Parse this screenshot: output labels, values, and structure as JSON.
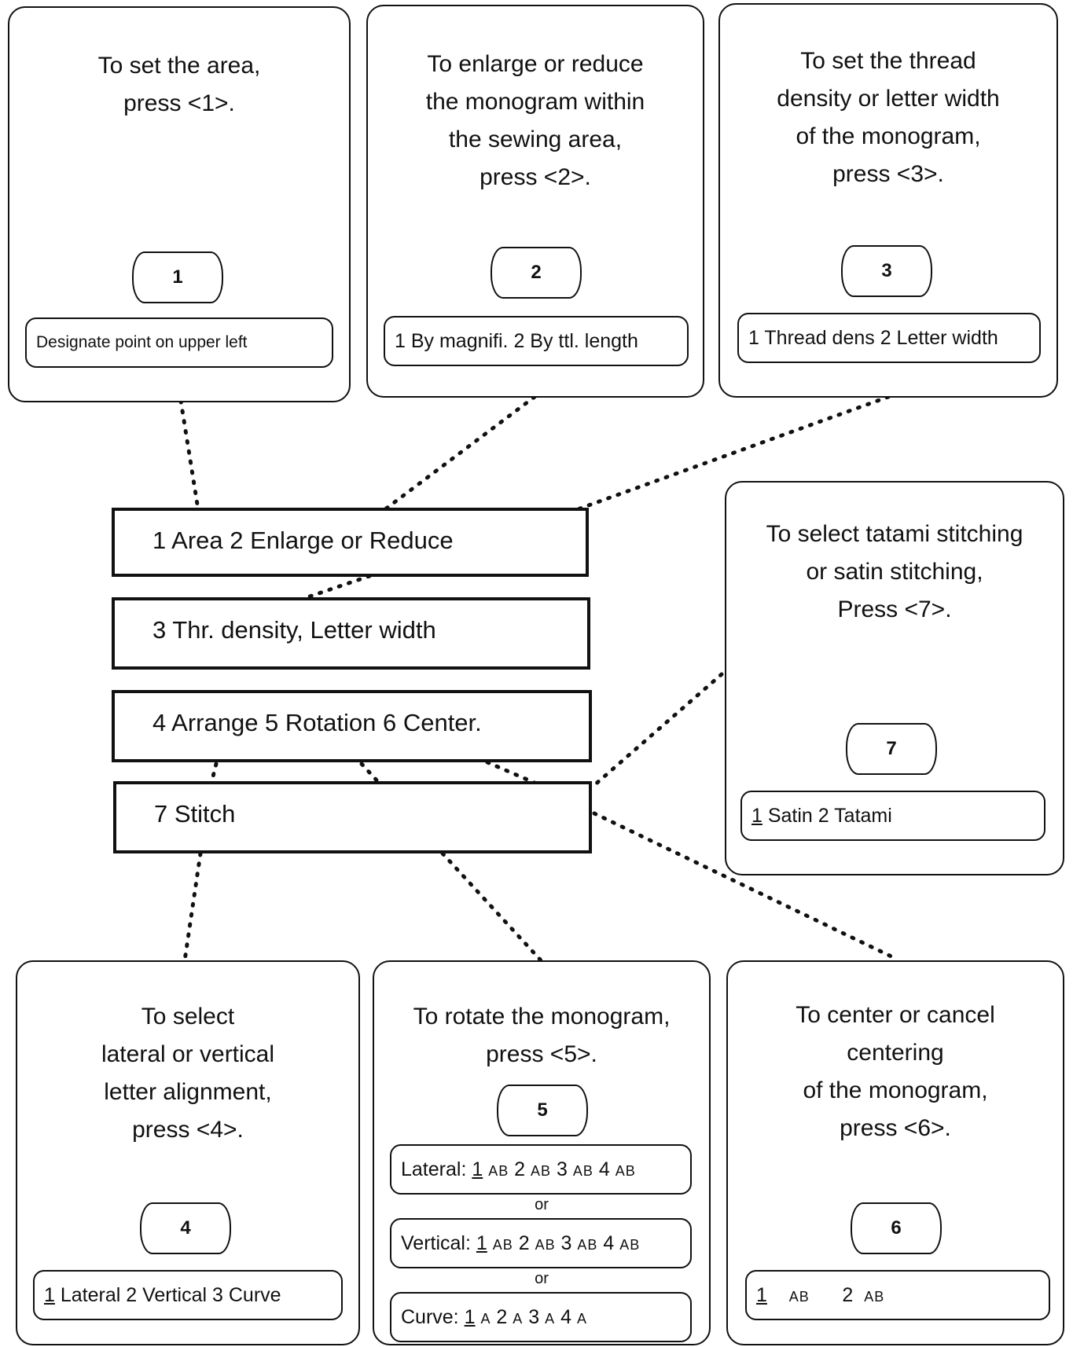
{
  "menu": {
    "line1": "1 Area  2 Enlarge or Reduce",
    "line2": "3 Thr. density, Letter width",
    "line3": "4 Arrange  5 Rotation  6 Center.",
    "line4": "7 Stitch"
  },
  "panels": {
    "area": {
      "caption": "To set the area,\npress <1>.",
      "key": "1",
      "display": "Designate point on upper left"
    },
    "enlarge": {
      "caption": "To enlarge or reduce\nthe monogram within\nthe sewing area,\npress <2>.",
      "key": "2",
      "display": "1 By magnifi.  2 By ttl. length"
    },
    "density": {
      "caption": "To set the thread\ndensity or letter width\nof the monogram,\npress <3>.",
      "key": "3",
      "display": "1 Thread dens  2 Letter width"
    },
    "stitch": {
      "caption": "To select tatami stitching\nor satin stitching,\nPress <7>.",
      "key": "7",
      "display_num1": "1",
      "display_rest": " Satin  2 Tatami"
    },
    "arrange": {
      "caption": "To select\nlateral or vertical\nletter alignment,\npress <4>.",
      "key": "4",
      "display_num1": "1",
      "display_rest": " Lateral  2 Vertical  3 Curve"
    },
    "rotate": {
      "caption": "To rotate the monogram,\npress <5>.",
      "key": "5",
      "or": "or",
      "lateral_label": "Lateral:",
      "vertical_label": "Vertical:",
      "curve_label": "Curve:",
      "n1": "1",
      "n2": "2",
      "n3": "3",
      "n4": "4",
      "lateral_symbols": [
        "AB",
        "AB",
        "AB",
        "AB"
      ],
      "vertical_symbols": [
        "AB",
        "AB",
        "AB",
        "AB"
      ],
      "curve_symbols": [
        "A",
        "A",
        "A",
        "A"
      ]
    },
    "center": {
      "caption": "To center or cancel\ncentering\nof the monogram,\npress <6>.",
      "key": "6",
      "n1": "1",
      "n2": "2",
      "sym1": "AB",
      "sym2": "AB"
    }
  }
}
